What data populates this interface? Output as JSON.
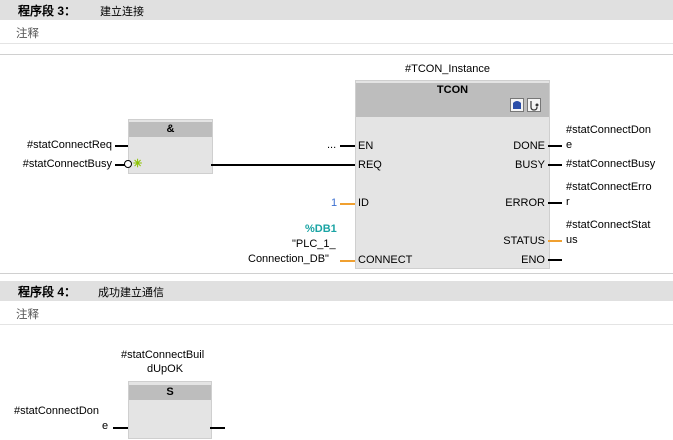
{
  "network3": {
    "title": "程序段 3：",
    "subtitle": "建立连接",
    "comment": "注释",
    "and_block": {
      "title": "&"
    },
    "and_inputs": [
      "#statConnectReq",
      "#statConnectBusy"
    ],
    "tcon": {
      "instance": "#TCON_Instance",
      "title": "TCON",
      "inputs": {
        "en": "EN",
        "req": "REQ",
        "id": "ID",
        "connect": "CONNECT"
      },
      "outputs": {
        "done": "DONE",
        "busy": "BUSY",
        "error": "ERROR",
        "status": "STATUS",
        "eno": "ENO"
      },
      "en_value": "...",
      "id_value": "1",
      "connect_db": "%DB1",
      "connect_name_line1": "\"PLC_1_",
      "connect_name_line2": "Connection_DB\""
    },
    "output_vars": {
      "done_line1": "#statConnectDon",
      "done_line2": "e",
      "busy": "#statConnectBusy",
      "error_line1": "#statConnectErro",
      "error_line2": "r",
      "status_line1": "#statConnectStat",
      "status_line2": "us"
    }
  },
  "network4": {
    "title": "程序段 4：",
    "subtitle": "成功建立通信",
    "comment": "注释",
    "coil_var_line1": "#statConnectBuil",
    "coil_var_line2": "dUpOK",
    "s_block": {
      "title": "S"
    },
    "input_line1": "#statConnectDon",
    "input_line2": "e"
  },
  "colors": {
    "header_bg": "#e0e0e0",
    "block_bg": "#e4e4e4",
    "block_title_bg": "#bdbdbd",
    "param_wire": "#f0a030",
    "db_text": "#1aa4a4",
    "id_text": "#3b6fd1"
  },
  "icons": [
    "negation-circle-icon",
    "edge-star-icon",
    "instance-db-icon",
    "diagnostics-icon"
  ]
}
